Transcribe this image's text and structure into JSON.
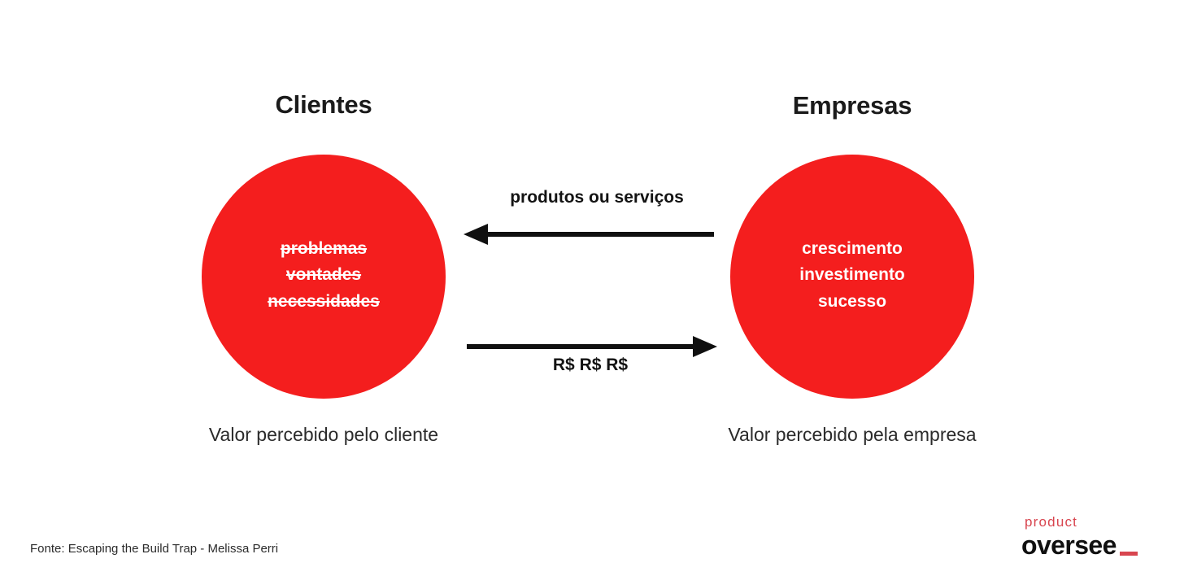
{
  "diagram": {
    "background": "#ffffff",
    "circle_color": "#F41E1E",
    "accent_color": "#D8454F",
    "columns": [
      {
        "title": "Clientes",
        "circle_lines": [
          "problemas",
          "vontades",
          "necessidades"
        ],
        "struck_through": true,
        "caption": "Valor percebido pelo cliente"
      },
      {
        "title": "Empresas",
        "circle_lines": [
          "crescimento",
          "investimento",
          "sucesso"
        ],
        "struck_through": false,
        "caption": "Valor percebido pela empresa"
      }
    ],
    "flows": [
      {
        "label": "produtos ou serviços",
        "direction": "left",
        "label_position": "above"
      },
      {
        "label": "R$ R$ R$",
        "direction": "right",
        "label_position": "below"
      }
    ],
    "source_note": "Fonte: Escaping the Build Trap - Melissa Perri",
    "logo": {
      "top_word": "product",
      "bottom_word": "oversee"
    }
  }
}
